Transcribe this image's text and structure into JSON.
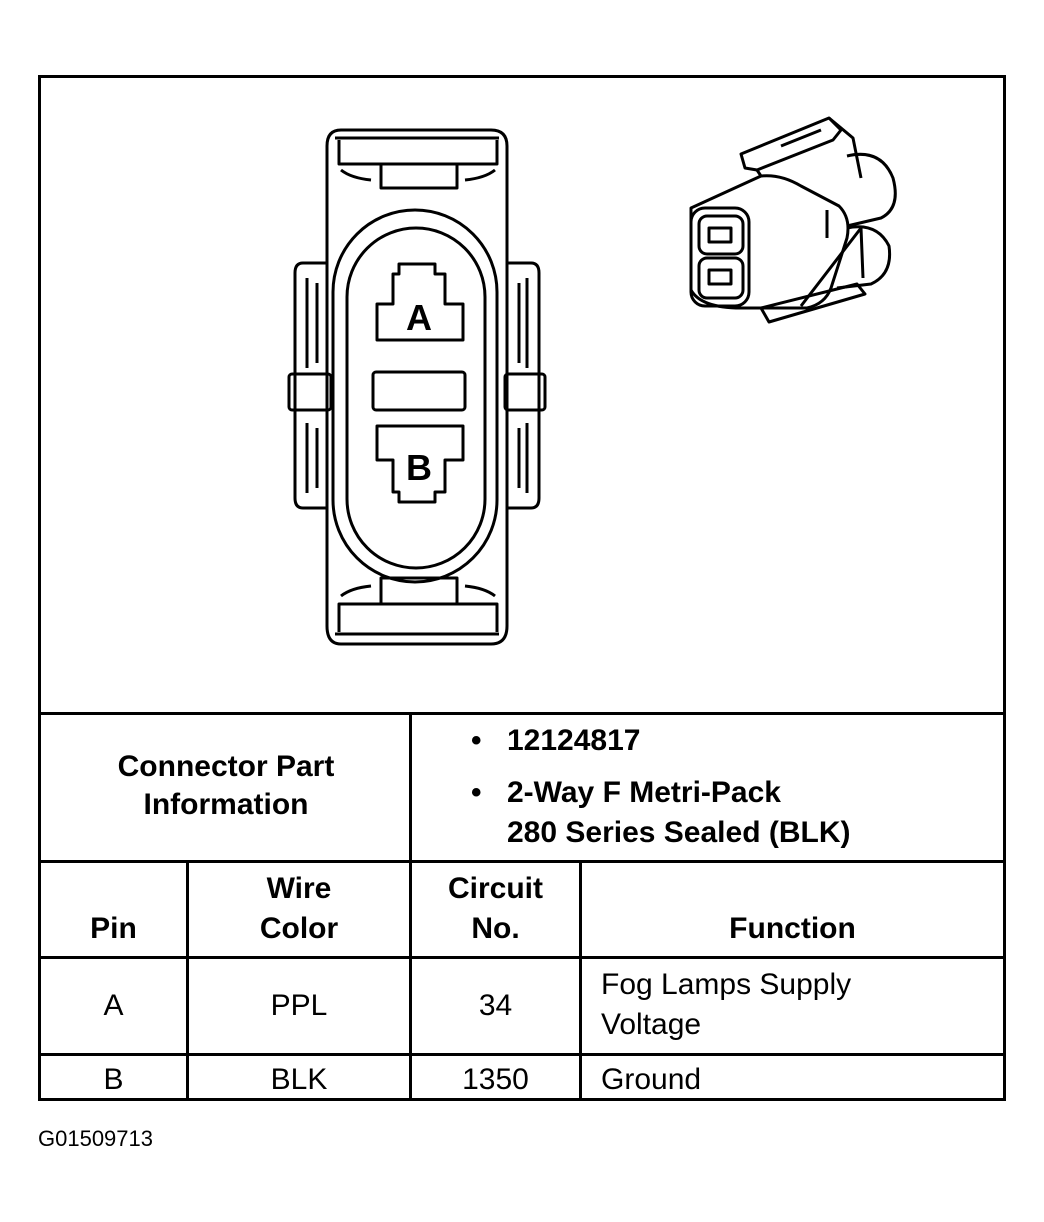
{
  "diagram": {
    "pin_a_label": "A",
    "pin_b_label": "B"
  },
  "part_info": {
    "label": "Connector Part Information",
    "part_number": "12124817",
    "description_line1": "2-Way F Metri-Pack",
    "description_line2": "280 Series Sealed (BLK)"
  },
  "table": {
    "headers": {
      "pin": "Pin",
      "wire_color_1": "Wire",
      "wire_color_2": "Color",
      "circuit_1": "Circuit",
      "circuit_2": "No.",
      "function": "Function"
    },
    "rows": [
      {
        "pin": "A",
        "wire_color": "PPL",
        "circuit": "34",
        "function_1": "Fog Lamps Supply",
        "function_2": "Voltage"
      },
      {
        "pin": "B",
        "wire_color": "BLK",
        "circuit": "1350",
        "function_1": "Ground",
        "function_2": ""
      }
    ]
  },
  "figure_id": "G01509713"
}
